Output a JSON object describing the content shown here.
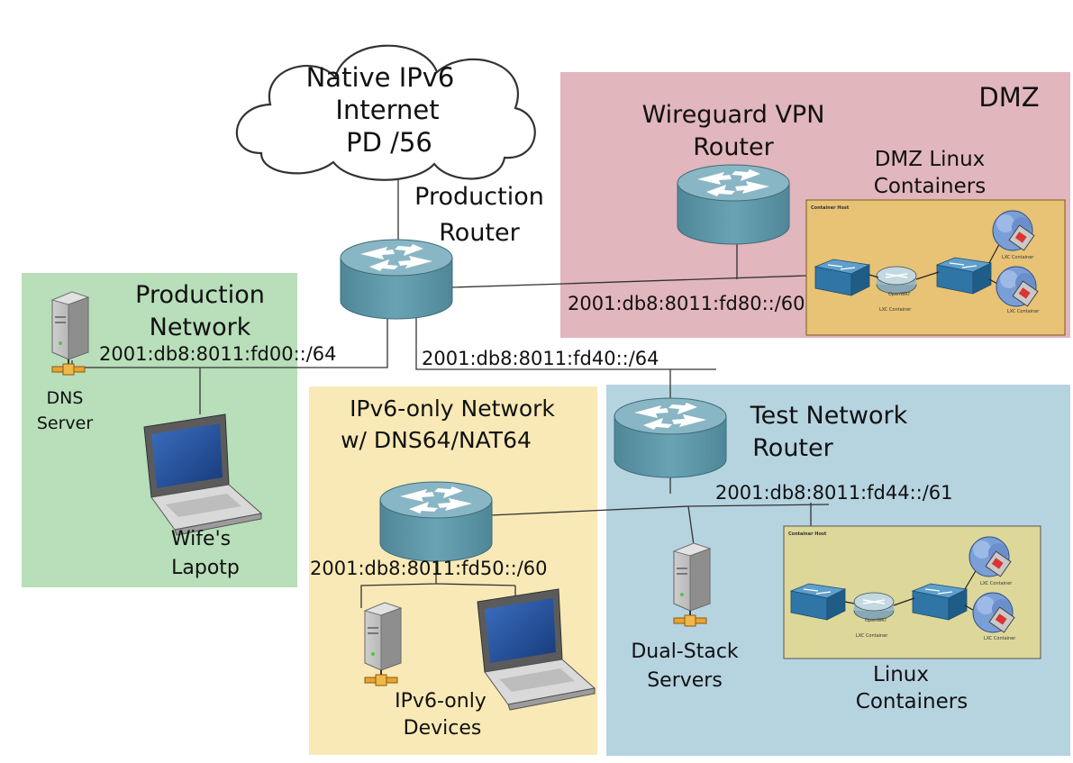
{
  "cloud": {
    "lines": [
      "Native IPv6",
      "Internet",
      "PD /56"
    ]
  },
  "routers": {
    "production": {
      "lines": [
        "Production",
        "Router"
      ]
    },
    "wireguard": {
      "lines": [
        "Wireguard VPN",
        "Router"
      ]
    },
    "test": {
      "lines": [
        "Test Network",
        "Router"
      ]
    }
  },
  "zones": {
    "dmz": {
      "title": "DMZ",
      "color": "#e1b6bc"
    },
    "production": {
      "lines": [
        "Production",
        "Network"
      ],
      "color": "#b8deba"
    },
    "ipv6only": {
      "lines": [
        "IPv6-only Network",
        "w/ DNS64/NAT64"
      ],
      "color": "#f8e9b6"
    },
    "test": {
      "color": "#b6d3e0"
    }
  },
  "prefixes": {
    "production": "2001:db8:8011:fd00::/64",
    "fd40": "2001:db8:8011:fd40::/64",
    "dmz": "2001:db8:8011:fd80::/60",
    "test": "2001:db8:8011:fd44::/61",
    "ipv6only": "2001:db8:8011:fd50::/60"
  },
  "devices": {
    "dns_server": {
      "lines": [
        "DNS",
        "Server"
      ]
    },
    "wife_laptop": {
      "lines": [
        "Wife's",
        "Lapotp"
      ]
    },
    "ipv6_devices": {
      "lines": [
        "IPv6-only",
        "Devices"
      ]
    },
    "dual_stack": {
      "lines": [
        "Dual-Stack",
        "Servers"
      ]
    }
  },
  "containers": {
    "dmz": {
      "lines": [
        "DMZ Linux",
        "Containers"
      ]
    },
    "test": {
      "lines": [
        "Linux",
        "Containers"
      ]
    },
    "host_label": "Container Host",
    "lxc_label": "LXC Container",
    "openwrt_label": "OpenWRT"
  },
  "colors": {
    "router": "#5f98aa",
    "router_top": "#8ab8c6",
    "container_box": "#e8c275",
    "container_box_test": "#ddd79a",
    "switch": "#3e82b0"
  }
}
